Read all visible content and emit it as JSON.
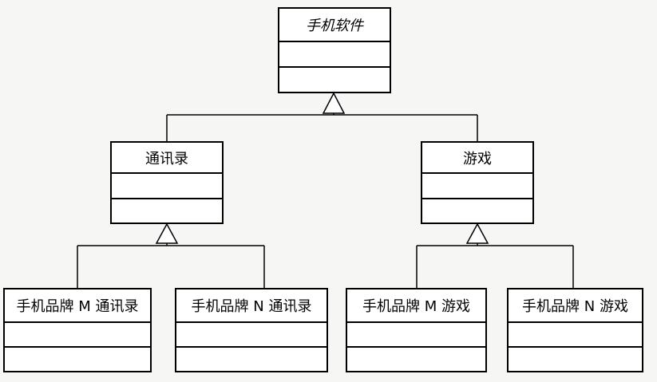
{
  "diagram": {
    "classes": {
      "software": {
        "name": "手机软件",
        "abstract": true
      },
      "contacts": {
        "name": "通讯录"
      },
      "game": {
        "name": "游戏"
      },
      "m_contacts": {
        "name": "手机品牌 M 通讯录"
      },
      "n_contacts": {
        "name": "手机品牌 N 通讯录"
      },
      "m_game": {
        "name": "手机品牌 M 游戏"
      },
      "n_game": {
        "name": "手机品牌 N 游戏"
      }
    }
  },
  "colors": {
    "line": "#000000",
    "box": "#ffffff",
    "background": "#f6f6f4"
  }
}
